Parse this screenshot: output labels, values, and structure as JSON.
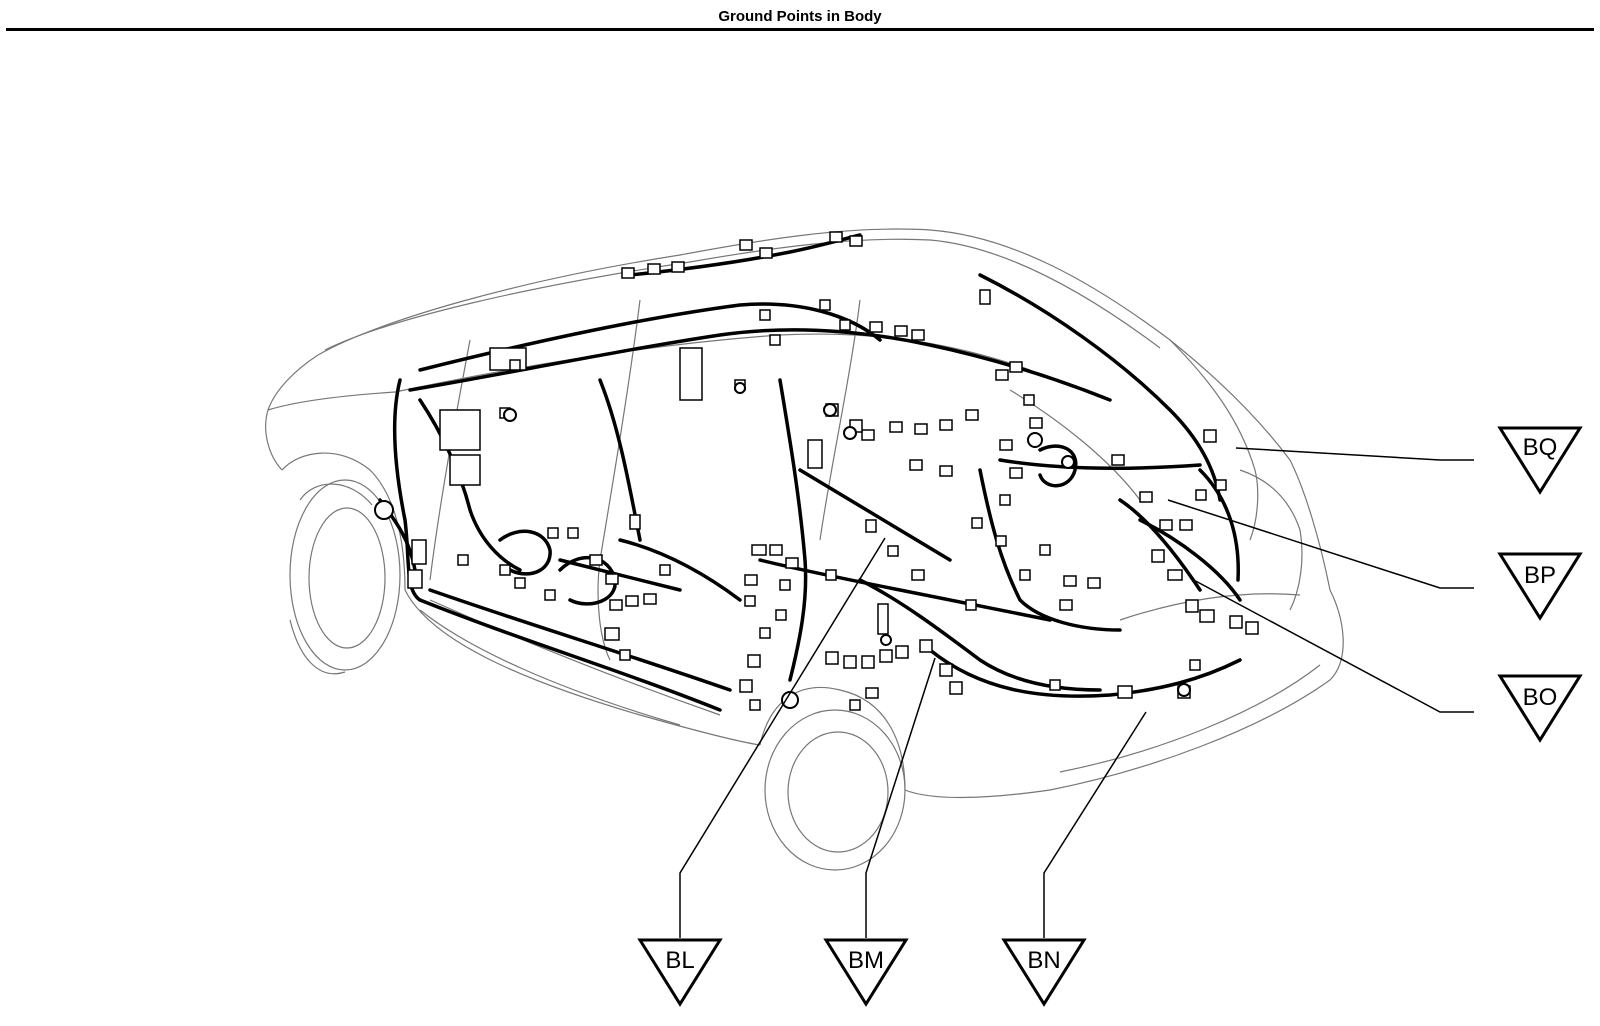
{
  "page": {
    "title": "Ground Points in Body"
  },
  "ground_points": [
    {
      "label": "BQ"
    },
    {
      "label": "BP"
    },
    {
      "label": "BO"
    },
    {
      "label": "BL"
    },
    {
      "label": "BM"
    },
    {
      "label": "BN"
    }
  ]
}
